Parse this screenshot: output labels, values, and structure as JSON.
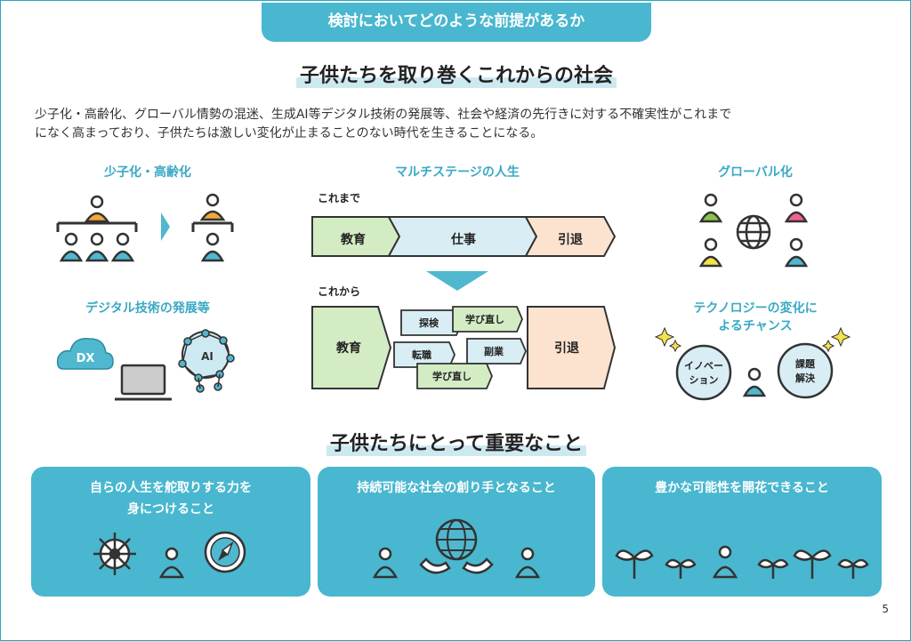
{
  "header": {
    "tab_title": "検討においてどのような前提があるか"
  },
  "section1": {
    "title": "子供たちを取り巻くこれからの社会",
    "intro_line1": "少子化・高齢化、グローバル情勢の混迷、生成AI等デジタル技術の発展等、社会や経済の先行きに対する不確実性がこれまで",
    "intro_line2": "になく高まっており、子供たちは激しい変化が止まることのない時代を生きることになる。"
  },
  "panels": {
    "aging": "少子化・高齢化",
    "digital": "デジタル技術の発展等",
    "dx_label": "DX",
    "ai_label": "AI",
    "multistage": "マルチステージの人生",
    "until_now": "これまで",
    "from_now": "これから",
    "flow_before": [
      "教育",
      "仕事",
      "引退"
    ],
    "flow_after_start": "教育",
    "flow_after_end": "引退",
    "chips": [
      "探検",
      "学び直し",
      "転職",
      "副業",
      "学び直し"
    ],
    "global": "グローバル化",
    "tech": "テクノロジーの変化に",
    "tech2": "よるチャンス",
    "innovation_1": "イノベー",
    "innovation_2": "ション",
    "issue_1": "課題",
    "issue_2": "解決"
  },
  "section2": {
    "title": "子供たちにとって重要なこと",
    "box1_line1": "自らの人生を舵取りする力を",
    "box1_line2": "身につけること",
    "box2": "持続可能な社会の創り手となること",
    "box3": "豊かな可能性を開花できること"
  },
  "footer": {
    "page_number": "5"
  },
  "colors": {
    "accent": "#49b7cf",
    "green": "#d4ecc4",
    "blue": "#d8eef4",
    "peach": "#fbe3cf"
  }
}
